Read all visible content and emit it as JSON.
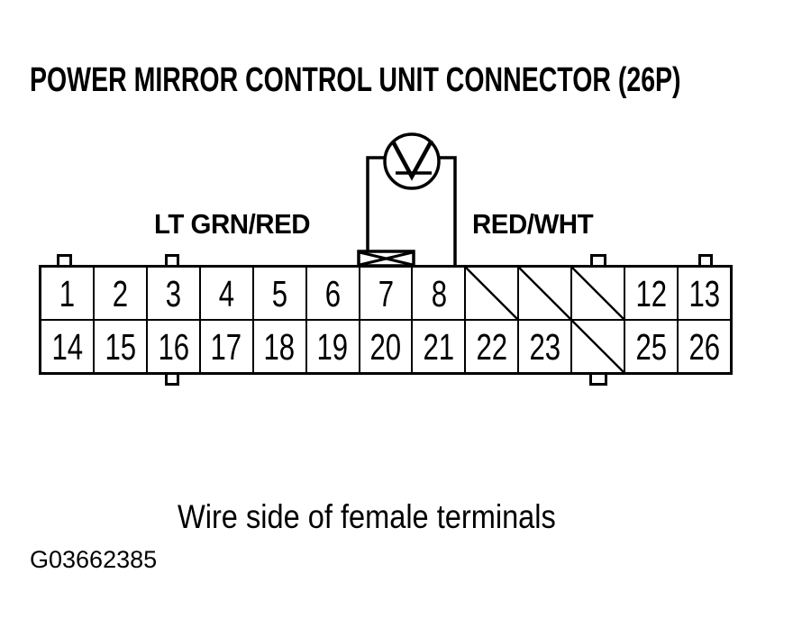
{
  "title": "POWER MIRROR CONTROL UNIT CONNECTOR (26P)",
  "voltmeter": {
    "symbol": "V",
    "meaning": "voltmeter"
  },
  "wire_labels": {
    "left": "LT GRN/RED",
    "right": "RED/WHT"
  },
  "connector": {
    "pin_count": 26,
    "rows": [
      {
        "cells": [
          {
            "label": "1"
          },
          {
            "label": "2"
          },
          {
            "label": "3"
          },
          {
            "label": "4"
          },
          {
            "label": "5"
          },
          {
            "label": "6"
          },
          {
            "label": "7"
          },
          {
            "label": "8"
          },
          {
            "label": "",
            "slashed": true
          },
          {
            "label": "",
            "slashed": true
          },
          {
            "label": "",
            "slashed": true
          },
          {
            "label": "12"
          },
          {
            "label": "13"
          }
        ]
      },
      {
        "cells": [
          {
            "label": "14"
          },
          {
            "label": "15"
          },
          {
            "label": "16"
          },
          {
            "label": "17"
          },
          {
            "label": "18"
          },
          {
            "label": "19"
          },
          {
            "label": "20"
          },
          {
            "label": "21"
          },
          {
            "label": "22"
          },
          {
            "label": "23"
          },
          {
            "label": "",
            "slashed": true
          },
          {
            "label": "25"
          },
          {
            "label": "26"
          }
        ]
      }
    ]
  },
  "caption": "Wire side of female terminals",
  "figure_id": "G03662385",
  "colors": {
    "ink": "#000000",
    "background": "#ffffff"
  }
}
